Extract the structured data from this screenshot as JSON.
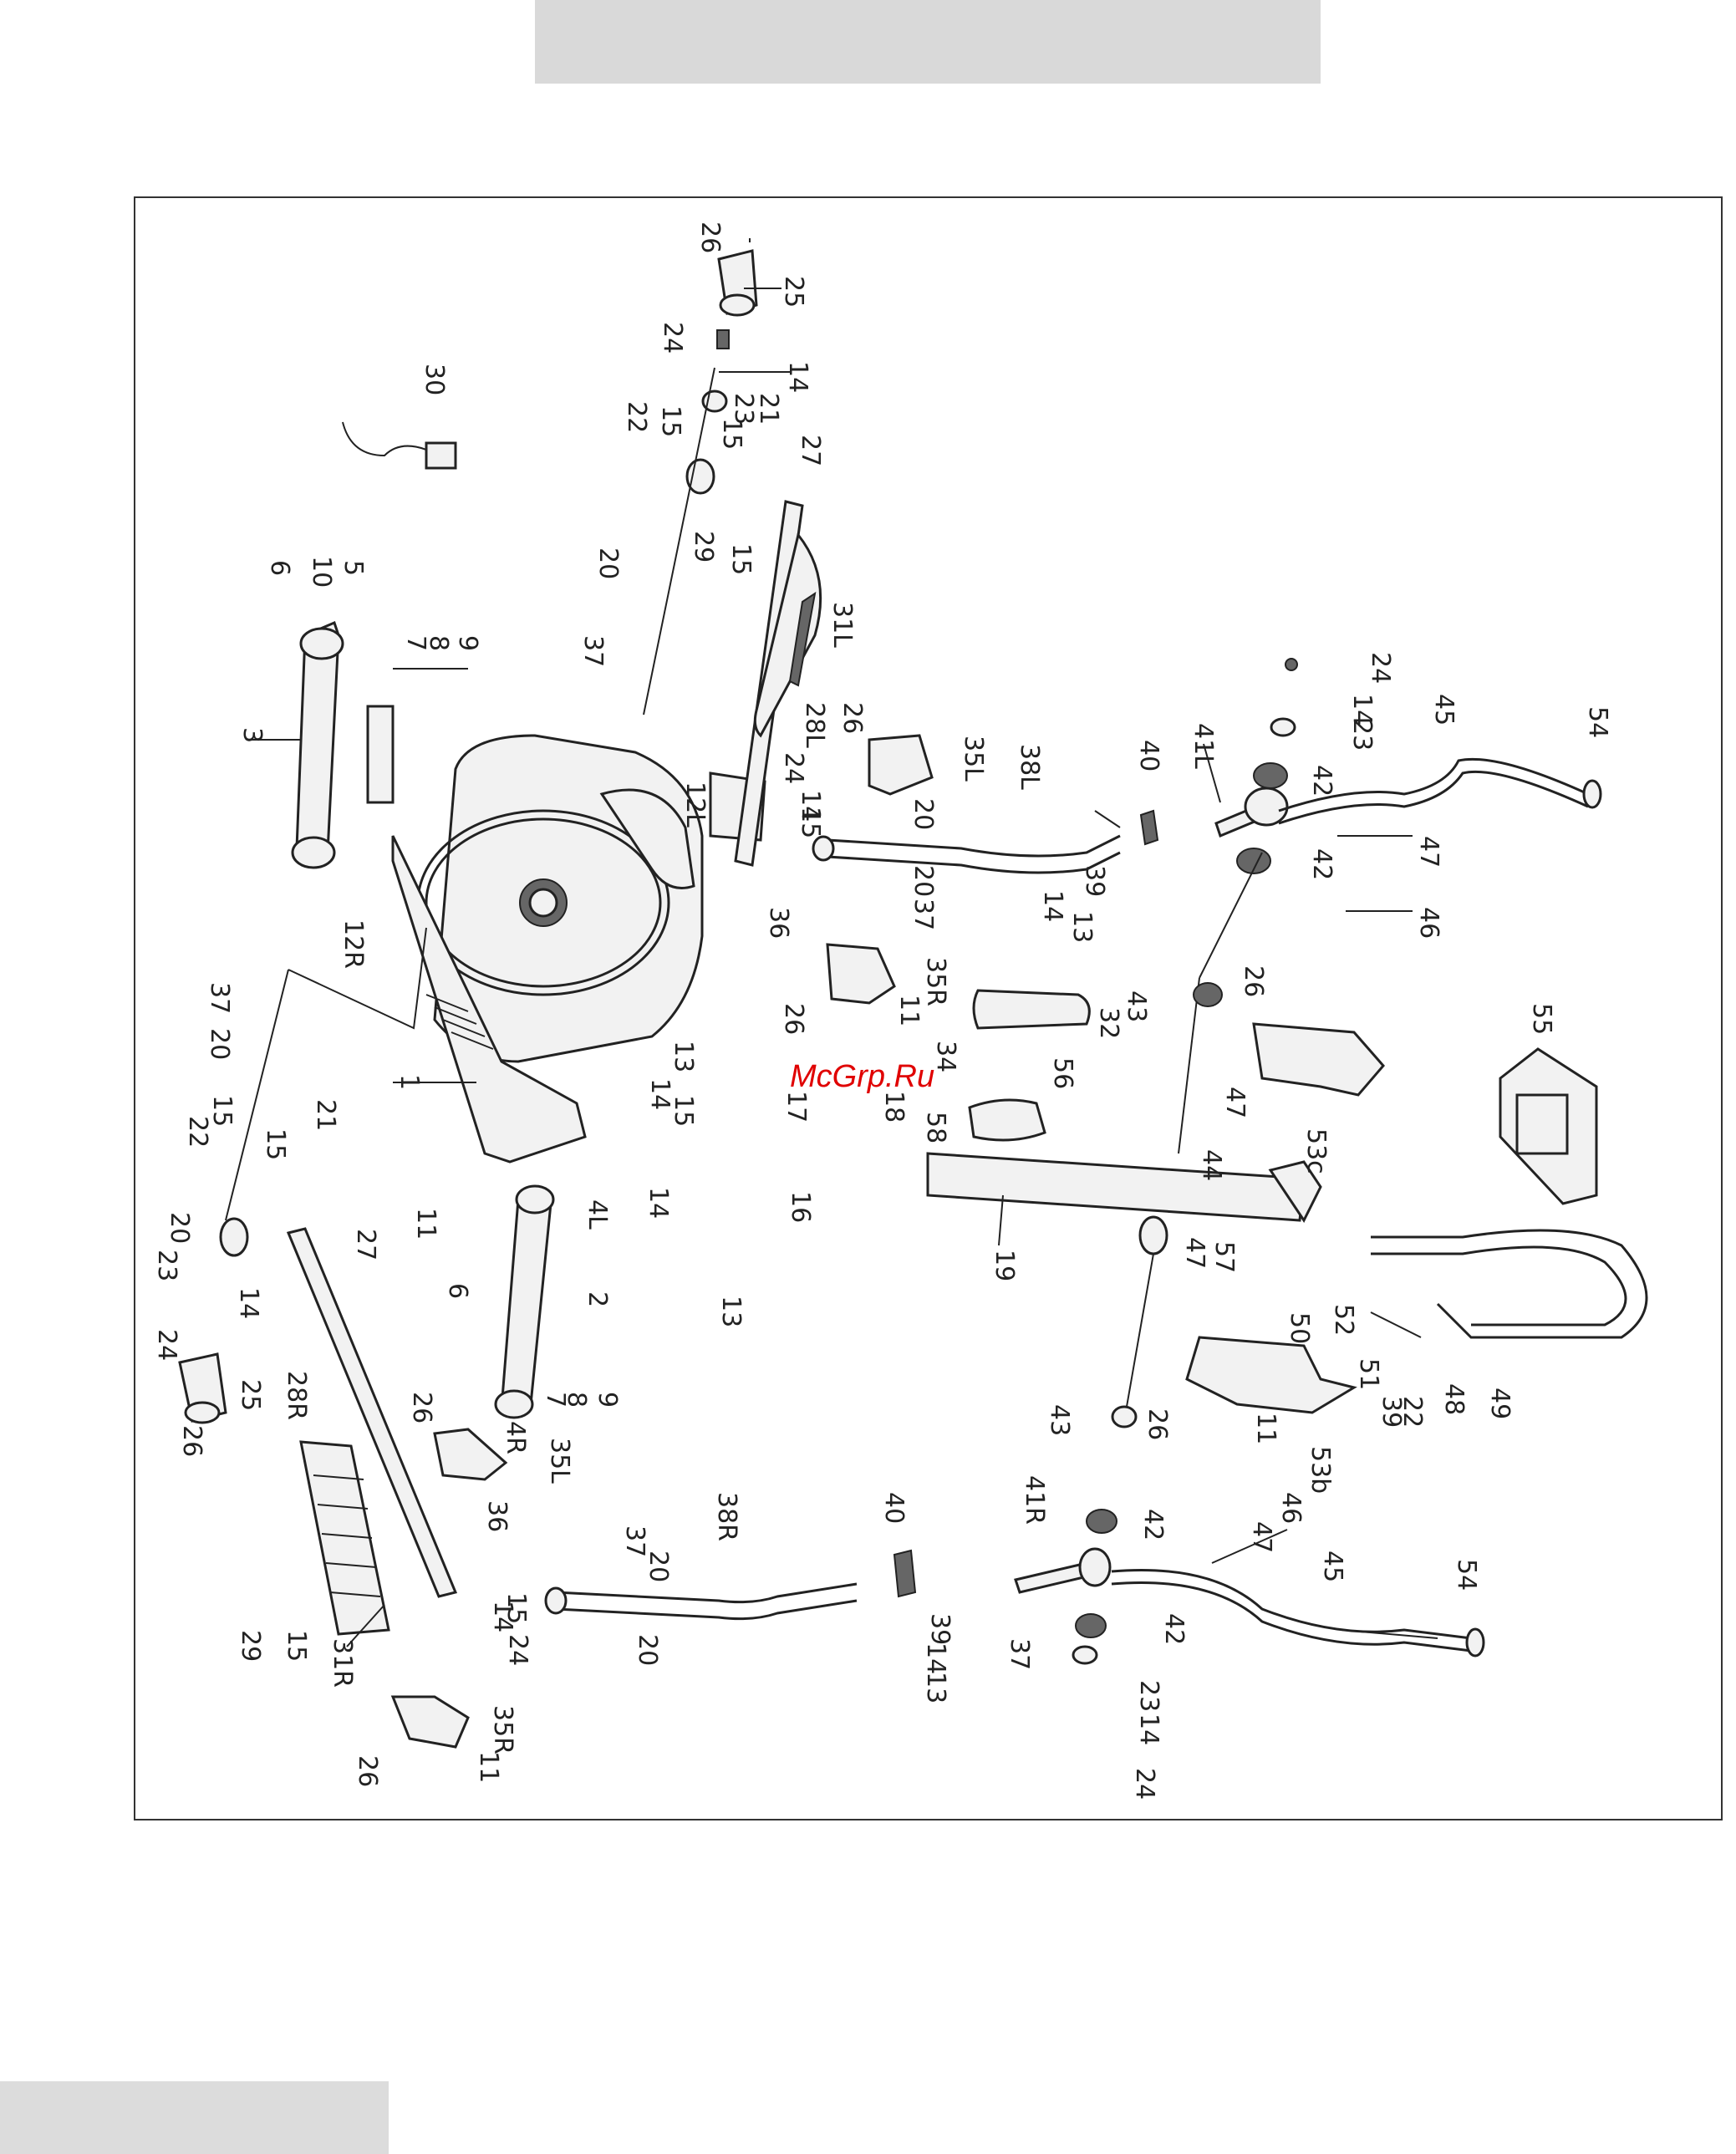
{
  "watermark": "McGrp.Ru",
  "part_labels": [
    {
      "id": "lbl-26-a",
      "text": "26"
    },
    {
      "id": "lbl-25-a",
      "text": "25"
    },
    {
      "id": "lbl-24-a",
      "text": "24"
    },
    {
      "id": "lbl-14-a",
      "text": "14"
    },
    {
      "id": "lbl-21-a",
      "text": "21"
    },
    {
      "id": "lbl-23-a",
      "text": "23"
    },
    {
      "id": "lbl-22-a",
      "text": "22"
    },
    {
      "id": "lbl-15-a",
      "text": "15"
    },
    {
      "id": "lbl-15-b",
      "text": "15"
    },
    {
      "id": "lbl-30",
      "text": "30"
    },
    {
      "id": "lbl-27-a",
      "text": "27"
    },
    {
      "id": "lbl-20-a",
      "text": "20"
    },
    {
      "id": "lbl-29-a",
      "text": "29"
    },
    {
      "id": "lbl-15-c",
      "text": "15"
    },
    {
      "id": "lbl-31L",
      "text": "31L"
    },
    {
      "id": "lbl-37-a",
      "text": "37"
    },
    {
      "id": "lbl-6-a",
      "text": "6"
    },
    {
      "id": "lbl-10",
      "text": "10"
    },
    {
      "id": "lbl-5",
      "text": "5"
    },
    {
      "id": "lbl-7-a",
      "text": "7"
    },
    {
      "id": "lbl-8-a",
      "text": "8"
    },
    {
      "id": "lbl-9-a",
      "text": "9"
    },
    {
      "id": "lbl-3",
      "text": "3"
    },
    {
      "id": "lbl-26-b",
      "text": "26"
    },
    {
      "id": "lbl-28L",
      "text": "28L"
    },
    {
      "id": "lbl-35L-a",
      "text": "35L"
    },
    {
      "id": "lbl-38L",
      "text": "38L"
    },
    {
      "id": "lbl-40-a",
      "text": "40"
    },
    {
      "id": "lbl-41L",
      "text": "41L"
    },
    {
      "id": "lbl-24-b",
      "text": "24"
    },
    {
      "id": "lbl-14-b",
      "text": "14"
    },
    {
      "id": "lbl-23-b",
      "text": "23"
    },
    {
      "id": "lbl-45-a",
      "text": "45"
    },
    {
      "id": "lbl-54-a",
      "text": "54"
    },
    {
      "id": "lbl-12L",
      "text": "12L"
    },
    {
      "id": "lbl-24-c",
      "text": "24"
    },
    {
      "id": "lbl-14-c",
      "text": "14"
    },
    {
      "id": "lbl-15-d",
      "text": "15"
    },
    {
      "id": "lbl-20-b",
      "text": "20"
    },
    {
      "id": "lbl-42-a",
      "text": "42"
    },
    {
      "id": "lbl-42-b",
      "text": "42"
    },
    {
      "id": "lbl-47-a",
      "text": "47"
    },
    {
      "id": "lbl-46-a",
      "text": "46"
    },
    {
      "id": "lbl-20-c",
      "text": "20"
    },
    {
      "id": "lbl-37-b",
      "text": "37"
    },
    {
      "id": "lbl-39-a",
      "text": "39"
    },
    {
      "id": "lbl-14-d",
      "text": "14"
    },
    {
      "id": "lbl-13-a",
      "text": "13"
    },
    {
      "id": "lbl-36-a",
      "text": "36"
    },
    {
      "id": "lbl-12R",
      "text": "12R"
    },
    {
      "id": "lbl-35R-a",
      "text": "35R"
    },
    {
      "id": "lbl-43-a",
      "text": "43"
    },
    {
      "id": "lbl-26-c",
      "text": "26"
    },
    {
      "id": "lbl-55",
      "text": "55"
    },
    {
      "id": "lbl-37-c",
      "text": "37"
    },
    {
      "id": "lbl-20-d",
      "text": "20"
    },
    {
      "id": "lbl-26-d",
      "text": "26"
    },
    {
      "id": "lbl-11-a",
      "text": "11"
    },
    {
      "id": "lbl-32",
      "text": "32"
    },
    {
      "id": "lbl-1",
      "text": "1"
    },
    {
      "id": "lbl-13-b",
      "text": "13"
    },
    {
      "id": "lbl-14-e",
      "text": "14"
    },
    {
      "id": "lbl-15-e",
      "text": "15"
    },
    {
      "id": "lbl-17",
      "text": "17"
    },
    {
      "id": "lbl-34",
      "text": "34"
    },
    {
      "id": "lbl-56",
      "text": "56"
    },
    {
      "id": "lbl-18",
      "text": "18"
    },
    {
      "id": "lbl-47-b",
      "text": "47"
    },
    {
      "id": "lbl-53c",
      "text": "53c"
    },
    {
      "id": "lbl-44",
      "text": "44"
    },
    {
      "id": "lbl-58",
      "text": "58"
    },
    {
      "id": "lbl-22-b",
      "text": "22"
    },
    {
      "id": "lbl-15-f",
      "text": "15"
    },
    {
      "id": "lbl-21-b",
      "text": "21"
    },
    {
      "id": "lbl-15-g",
      "text": "15"
    },
    {
      "id": "lbl-14-f",
      "text": "14"
    },
    {
      "id": "lbl-16",
      "text": "16"
    },
    {
      "id": "lbl-19",
      "text": "19"
    },
    {
      "id": "lbl-11-b",
      "text": "11"
    },
    {
      "id": "lbl-4L",
      "text": "4L"
    },
    {
      "id": "lbl-20-e",
      "text": "20"
    },
    {
      "id": "lbl-23-c",
      "text": "23"
    },
    {
      "id": "lbl-13-c",
      "text": "13"
    },
    {
      "id": "lbl-27-b",
      "text": "27"
    },
    {
      "id": "lbl-14-g",
      "text": "14"
    },
    {
      "id": "lbl-6-b",
      "text": "6"
    },
    {
      "id": "lbl-2",
      "text": "2"
    },
    {
      "id": "lbl-47-c",
      "text": "47"
    },
    {
      "id": "lbl-57",
      "text": "57"
    },
    {
      "id": "lbl-50",
      "text": "50"
    },
    {
      "id": "lbl-52",
      "text": "52"
    },
    {
      "id": "lbl-24-d",
      "text": "24"
    },
    {
      "id": "lbl-25-b",
      "text": "25"
    },
    {
      "id": "lbl-7-b",
      "text": "7"
    },
    {
      "id": "lbl-8-b",
      "text": "8"
    },
    {
      "id": "lbl-9-b",
      "text": "9"
    },
    {
      "id": "lbl-51",
      "text": "51"
    },
    {
      "id": "lbl-39-b",
      "text": "39"
    },
    {
      "id": "lbl-22-c",
      "text": "22"
    },
    {
      "id": "lbl-48",
      "text": "48"
    },
    {
      "id": "lbl-49",
      "text": "49"
    },
    {
      "id": "lbl-26-e",
      "text": "26"
    },
    {
      "id": "lbl-28R",
      "text": "28R"
    },
    {
      "id": "lbl-26-f",
      "text": "26"
    },
    {
      "id": "lbl-4R",
      "text": "4R"
    },
    {
      "id": "lbl-35L-b",
      "text": "35L"
    },
    {
      "id": "lbl-43-b",
      "text": "43"
    },
    {
      "id": "lbl-26-g",
      "text": "26"
    },
    {
      "id": "lbl-11-c",
      "text": "11"
    },
    {
      "id": "lbl-53b",
      "text": "53b"
    },
    {
      "id": "lbl-36-b",
      "text": "36"
    },
    {
      "id": "lbl-38R",
      "text": "38R"
    },
    {
      "id": "lbl-40-b",
      "text": "40"
    },
    {
      "id": "lbl-41R",
      "text": "41R"
    },
    {
      "id": "lbl-42-c",
      "text": "42"
    },
    {
      "id": "lbl-46-b",
      "text": "46"
    },
    {
      "id": "lbl-47-d",
      "text": "47"
    },
    {
      "id": "lbl-37-d",
      "text": "37"
    },
    {
      "id": "lbl-20-f",
      "text": "20"
    },
    {
      "id": "lbl-15-h",
      "text": "15"
    },
    {
      "id": "lbl-14-h",
      "text": "14"
    },
    {
      "id": "lbl-24-e",
      "text": "24"
    },
    {
      "id": "lbl-45-b",
      "text": "45"
    },
    {
      "id": "lbl-54-b",
      "text": "54"
    },
    {
      "id": "lbl-20-g",
      "text": "20"
    },
    {
      "id": "lbl-39-c",
      "text": "39"
    },
    {
      "id": "lbl-14-i",
      "text": "14"
    },
    {
      "id": "lbl-13-d",
      "text": "13"
    },
    {
      "id": "lbl-42-d",
      "text": "42"
    },
    {
      "id": "lbl-37-e",
      "text": "37"
    },
    {
      "id": "lbl-23-d",
      "text": "23"
    },
    {
      "id": "lbl-14-j",
      "text": "14"
    },
    {
      "id": "lbl-24-f",
      "text": "24"
    },
    {
      "id": "lbl-29-b",
      "text": "29"
    },
    {
      "id": "lbl-15-i",
      "text": "15"
    },
    {
      "id": "lbl-31R",
      "text": "31R"
    },
    {
      "id": "lbl-35R-b",
      "text": "35R"
    },
    {
      "id": "lbl-26-h",
      "text": "26"
    },
    {
      "id": "lbl-11-d",
      "text": "11"
    }
  ]
}
